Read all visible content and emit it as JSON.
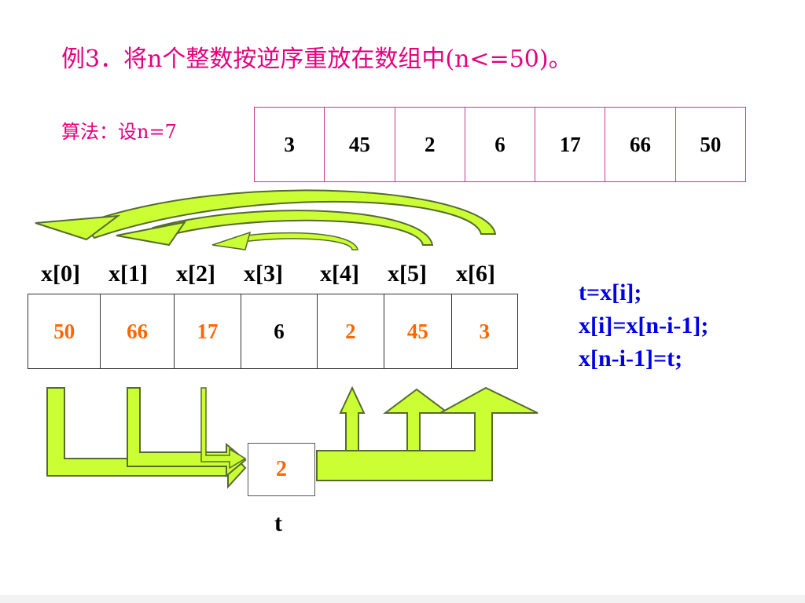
{
  "title": "例3．将n个整数按逆序重放在数组中(n<=50)。",
  "algorithm_label": "算法：设n=7",
  "input_array": [
    "3",
    "45",
    "2",
    "6",
    "17",
    "66",
    "50"
  ],
  "index_labels": [
    "x[0]",
    "x[1]",
    "x[2]",
    "x[3]",
    "x[4]",
    "x[5]",
    "x[6]"
  ],
  "result_array": [
    {
      "value": "50",
      "color": "#ff6600"
    },
    {
      "value": "66",
      "color": "#ff6600"
    },
    {
      "value": "17",
      "color": "#ff6600"
    },
    {
      "value": "6",
      "color": "#000000"
    },
    {
      "value": "2",
      "color": "#ff6600"
    },
    {
      "value": "45",
      "color": "#ff6600"
    },
    {
      "value": "3",
      "color": "#ff6600"
    }
  ],
  "temp": {
    "value": "2",
    "color": "#ff6600",
    "label": "t"
  },
  "code_lines": [
    "t=x[i];",
    "x[i]=x[n-i-1];",
    "x[n-i-1]=t;"
  ],
  "colors": {
    "title": "#e6007e",
    "arrow_fill": "#ccff33",
    "arrow_stroke": "#556b2f",
    "code": "#0000e6",
    "table_border": "#c8378c"
  }
}
